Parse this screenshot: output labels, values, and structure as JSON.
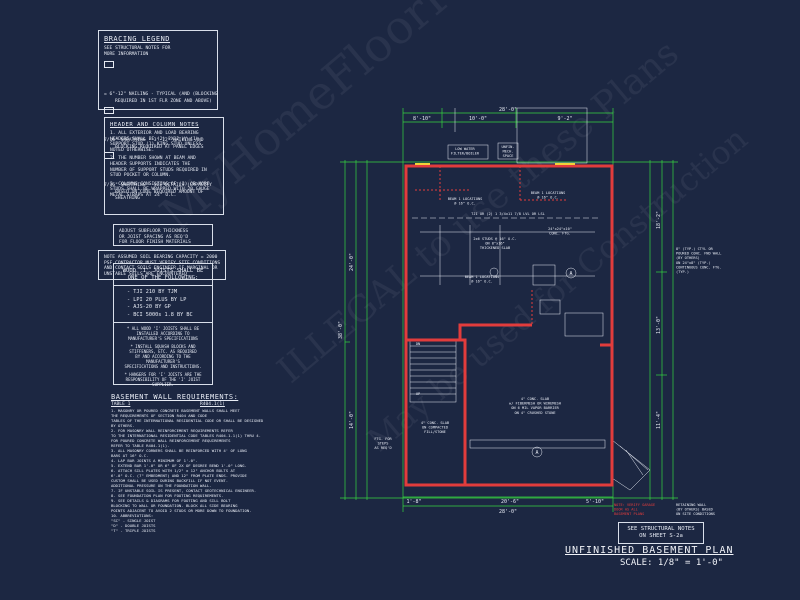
{
  "bracing_legend": {
    "title": "BRACING LEGEND",
    "lines": [
      "SEE STRUCTURAL NOTES FOR",
      "MORE INFORMATION"
    ],
    "items": [
      [
        "= 6\"-12\" NAILING - TYPICAL (AND (BLOCKING",
        "REQUIRED IN 1ST FLR ZONE AND ABOVE)"
      ],
      [
        "7/16\" SHEATHING - 3\"-12\" NAILING AND",
        "BLOCKING REQUIRED AT PANEL EDGES"
      ],
      [
        "7/16\" SHEATHING - SEE DETAILS (CAPACITY",
        "BASED ON CODE REQUIRED AMOUNT OF",
        "SHEATHING"
      ]
    ]
  },
  "header_notes": {
    "title": "HEADER AND COLUMN NOTES",
    "lines": [
      "1. ALL EXTERIOR AND LOAD BEARING",
      "HEADERS SHALL BE (2) 2X12 W/ (1)",
      "SUPPORT STUD (1) KING STUD UNLESS",
      "NOTED OTHERWISE.",
      "",
      "2. THE NUMBER SHOWN AT BEAM AND",
      "HEADER SUPPORTS INDICATES THE",
      "NUMBER OF SUPPORT STUDS REQUIRED IN",
      "STUD POCKET OR COLUMN.",
      "",
      "3. COLUMNS CONSISTING OF (3) OR MORE",
      "STUDS SHALL BE WRAPPED WITH 20 GAUGE",
      "METAL STRAPS AT 24\" O.C."
    ]
  },
  "subfloor_note": {
    "lines": [
      "ADJUST SUBFLOOR THICKNESS",
      "OR JOIST SPACING AS REQ'D",
      "FOR FLOOR FINISH MATERIALS"
    ]
  },
  "soil_note": {
    "lines": [
      "NOTE ASSUMED SOIL BEARING CAPACITY = 2000",
      "PSF CONTRACTOR MUST VERIFY SITE CONDITIONS",
      "AND CONTACT SOILS ENGINEER IF MARGINAL OR",
      "UNSTABLE SOILS ARE ENCOUNTERED"
    ]
  },
  "joist_note": {
    "heading": [
      "WOOD 'I' JOISTS SHALL BE",
      "ONE OF THE FOLLOWING:"
    ],
    "options": [
      "- TJI 210 BY TJM",
      "- LPI 20 PLUS BY LP",
      "- AJS-20 BY GP",
      "- BCI 5000s 1.8 BY BC"
    ],
    "footnotes": [
      "* ALL WOOD 'I' JOISTS SHALL BE",
      "INSTALLED ACCORDING TO",
      "MANUFACTURER'S SPECIFICATIONS",
      "",
      "* INSTALL SQUASH BLOCKS AND",
      "STIFFENERS, ETC. AS REQUIRED",
      "BY AND ACCORDING TO THE",
      "MANUFACTURER'S",
      "SPECIFICATIONS AND INSTRUCTIONS.",
      "",
      "* HANGERS FOR 'I' JOISTS ARE THE",
      "RESPONSIBILITY OF THE 'I' JOIST SUPPLIER."
    ]
  },
  "basement_wall": {
    "title": "BASEMENT WALL REQUIREMENTS:",
    "table_label": "TABLE 1",
    "table_ref": "R404.1(1)",
    "lines": [
      "1. MASONRY OR POURED CONCRETE BASEMENT WALLS SHALL MEET",
      "THE REQUIREMENTS OF SECTION R404 AND CODE",
      "TABLES OF THE INTERNATIONAL RESIDENTIAL CODE OR SHALL BE DESIGNED",
      "BY OTHERS.",
      "2. FOR MASONRY WALL REINFORCEMENT REQUIREMENTS REFER",
      "TO THE INTERNATIONAL RESIDENTIAL CODE TABLES R404.1.1(1) THRU 4.",
      "FOR POURED CONCRETE WALL REINFORCEMENT REQUIREMENTS",
      "REFER TO TABLE R404.1(1).",
      "3. ALL MASONRY CORNERS SHALL BE REINFORCED WITH 4' OF LONG",
      "BARS AT 16\" O.C.",
      "4. LAP BAR JOINTS A MINIMUM OF 1'-0\".",
      "5. EXTEND BAR 1'-0\" OR 6\" OF 2X OF DEGREE BEND 1'-0\" LONG.",
      "6. ATTACH SILL PLATES WITH 1/2\" x 12\" ANCHOR BOLTS AT",
      "6'-0\" O.C. (7\" EMBEDMENT) AND 12\" FROM PLATE ENDS. PROVIDE",
      "CUSTOM SHALL BE USED DURING BACKFILL IF NOT EVENT.",
      "ADDITIONAL PRESSURE ON THE FOUNDATION WALL.",
      "7. IF UNSTABLE SOIL IS PRESENT, CONTACT GEOTECHNICAL ENGINEER.",
      "8. SEE FOUNDATION PLAN FOR FOOTING REQUIREMENTS.",
      "9. SEE DETAILS & DIAGRAMS FOR FOOTING AND SILL BOLT",
      "BLOCKING TO WALL OR FOUNDATION. BLOCK ALL SIDE BEARING",
      "POINTS ADJACENT TO AVOID 2 STUDS OR MORE DOWN TO FOUNDATION.",
      "10. ABBREVIATIONS:",
      "\"SC\" - SINGLE JOIST",
      "\"D\" - DOUBLE JOISTS",
      "\"T\" - TRIPLE JOISTS"
    ]
  },
  "plan": {
    "dims_top": [
      "28'-0\"",
      "8'-10\"",
      "10'-0\"",
      "9'-2\""
    ],
    "dims_bottom": [
      "1'-8\"",
      "20'-6\"",
      "5'-10\"",
      "28'-0\""
    ],
    "dims_left": [
      "38'-0\"",
      "24'-0\"",
      "14'-0\""
    ],
    "dims_right": [
      "18'-2\"",
      "13'-0\"",
      "11'-4\""
    ],
    "rooms": [
      {
        "lines": [
          "LOW WATER",
          "FILTER/BOILER"
        ]
      },
      {
        "lines": [
          "UNFIN.",
          "MECH.",
          "SPACE"
        ]
      },
      {
        "lines": [
          "TJI OR (2) 1 3/4x11 7/8 LVL OR LSL"
        ]
      },
      {
        "lines": [
          "2x6 STUDS @ 16\" O.C.",
          "ON 8\"x16\"",
          "THICKENED SLAB"
        ]
      },
      {
        "lines": [
          "BEAM 1 LOCATIONS",
          "@ 16\" O.C."
        ]
      },
      {
        "lines": [
          "BEAM 1 LOCATIONS",
          "@ 16\" O.C."
        ]
      },
      {
        "lines": [
          "24\"x24\"x10\"",
          "CONC. FTG."
        ]
      },
      {
        "lines": [
          "BEAM 1 LOCATIONS",
          "@ 16\" O.C."
        ]
      },
      {
        "lines": [
          "4\" CONC. SLAB",
          "w/ FIBERMESH OR WIREMESH",
          "ON 6 MIL VAPOR BARRIER",
          "ON 4\" CRUSHED STONE"
        ]
      },
      {
        "lines": [
          "4\" CONC. SLAB",
          "ON COMPACTED",
          "FILL/STONE"
        ]
      },
      {
        "lines": [
          "FTG. FOR",
          "STEPS",
          "AS REQ'D"
        ]
      },
      {
        "lines": [
          "8\" (TYP.) CTYL OR",
          "POURED CONC. FND WALL",
          "(BY OTHERS)",
          "ON 24\"x8\" (TYP.)",
          "CONTINUOUS CONC. FTG.",
          "(TYP.)"
        ]
      },
      {
        "lines": [
          "RETAINING WALL",
          "(BY OTHERS) BASED",
          "ON SITE CONDITIONS"
        ]
      },
      {
        "lines": [
          "NOTE: VERIFY GARAGE",
          "DOOR AS ALL",
          "BASEMENT PLANS"
        ]
      },
      {
        "lines": [
          "DN"
        ]
      },
      {
        "lines": [
          "UP"
        ]
      }
    ],
    "markers": [
      "A",
      "A"
    ],
    "see_notes": [
      "SEE STRUCTURAL NOTES",
      "ON SHEET S-2a"
    ],
    "title": "UNFINISHED BASEMENT PLAN",
    "scale": "SCALE: 1/8\" = 1'-0\""
  },
  "watermark": [
    "MyHomeFloorPlans.com",
    "ILLEGAL to use these Plans",
    "May be used for Construction"
  ],
  "colors": {
    "background": "#1c2742",
    "walls": "#e23c3c",
    "dimensions": "#36d640",
    "linework": "#e8ecf5",
    "accent": "#f3d13a"
  }
}
